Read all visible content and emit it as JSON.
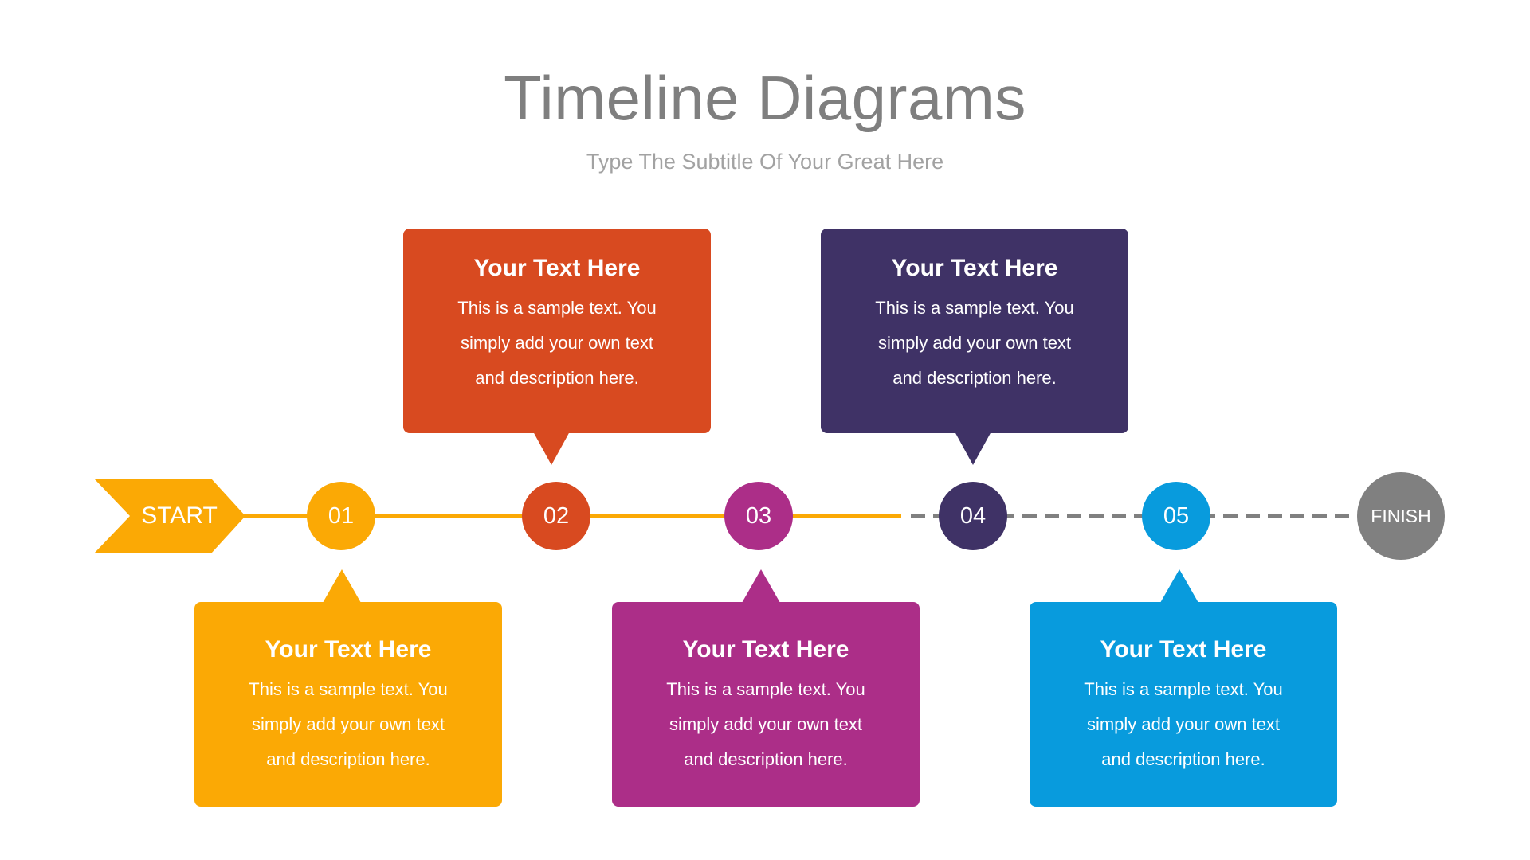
{
  "header": {
    "title": "Timeline Diagrams",
    "subtitle": "Type The Subtitle Of Your Great Here"
  },
  "colors": {
    "yellow": "#FBA905",
    "orange": "#D84A20",
    "magenta": "#AC2E88",
    "indigo": "#3F3266",
    "blue": "#089BDD",
    "gray": "#808080",
    "title": "#7F7F7F",
    "subtitle": "#A2A2A2"
  },
  "timeline": {
    "start_label": "START",
    "finish_label": "FINISH",
    "steps": [
      {
        "number": "01",
        "color": "#FBA905",
        "position": "below"
      },
      {
        "number": "02",
        "color": "#D84A20",
        "position": "above"
      },
      {
        "number": "03",
        "color": "#AC2E88",
        "position": "below"
      },
      {
        "number": "04",
        "color": "#3F3266",
        "position": "above"
      },
      {
        "number": "05",
        "color": "#089BDD",
        "position": "below"
      }
    ],
    "completed_segment": "solid line START to past 03",
    "pending_segment": "dashed line 03 to FINISH"
  },
  "callouts": [
    {
      "step": "01",
      "heading": "Your Text Here",
      "lines": [
        "This is a sample text. You",
        "simply add your own text",
        "and description here."
      ]
    },
    {
      "step": "02",
      "heading": "Your Text Here",
      "lines": [
        "This is a sample text. You",
        "simply add your own text",
        "and description here."
      ]
    },
    {
      "step": "03",
      "heading": "Your Text Here",
      "lines": [
        "This is a sample text. You",
        "simply add your own text",
        "and description here."
      ]
    },
    {
      "step": "04",
      "heading": "Your Text Here",
      "lines": [
        "This is a sample text. You",
        "simply add your own text",
        "and description here."
      ]
    },
    {
      "step": "05",
      "heading": "Your Text Here",
      "lines": [
        "This is a sample text. You",
        "simply add your own text",
        "and description here."
      ]
    }
  ]
}
